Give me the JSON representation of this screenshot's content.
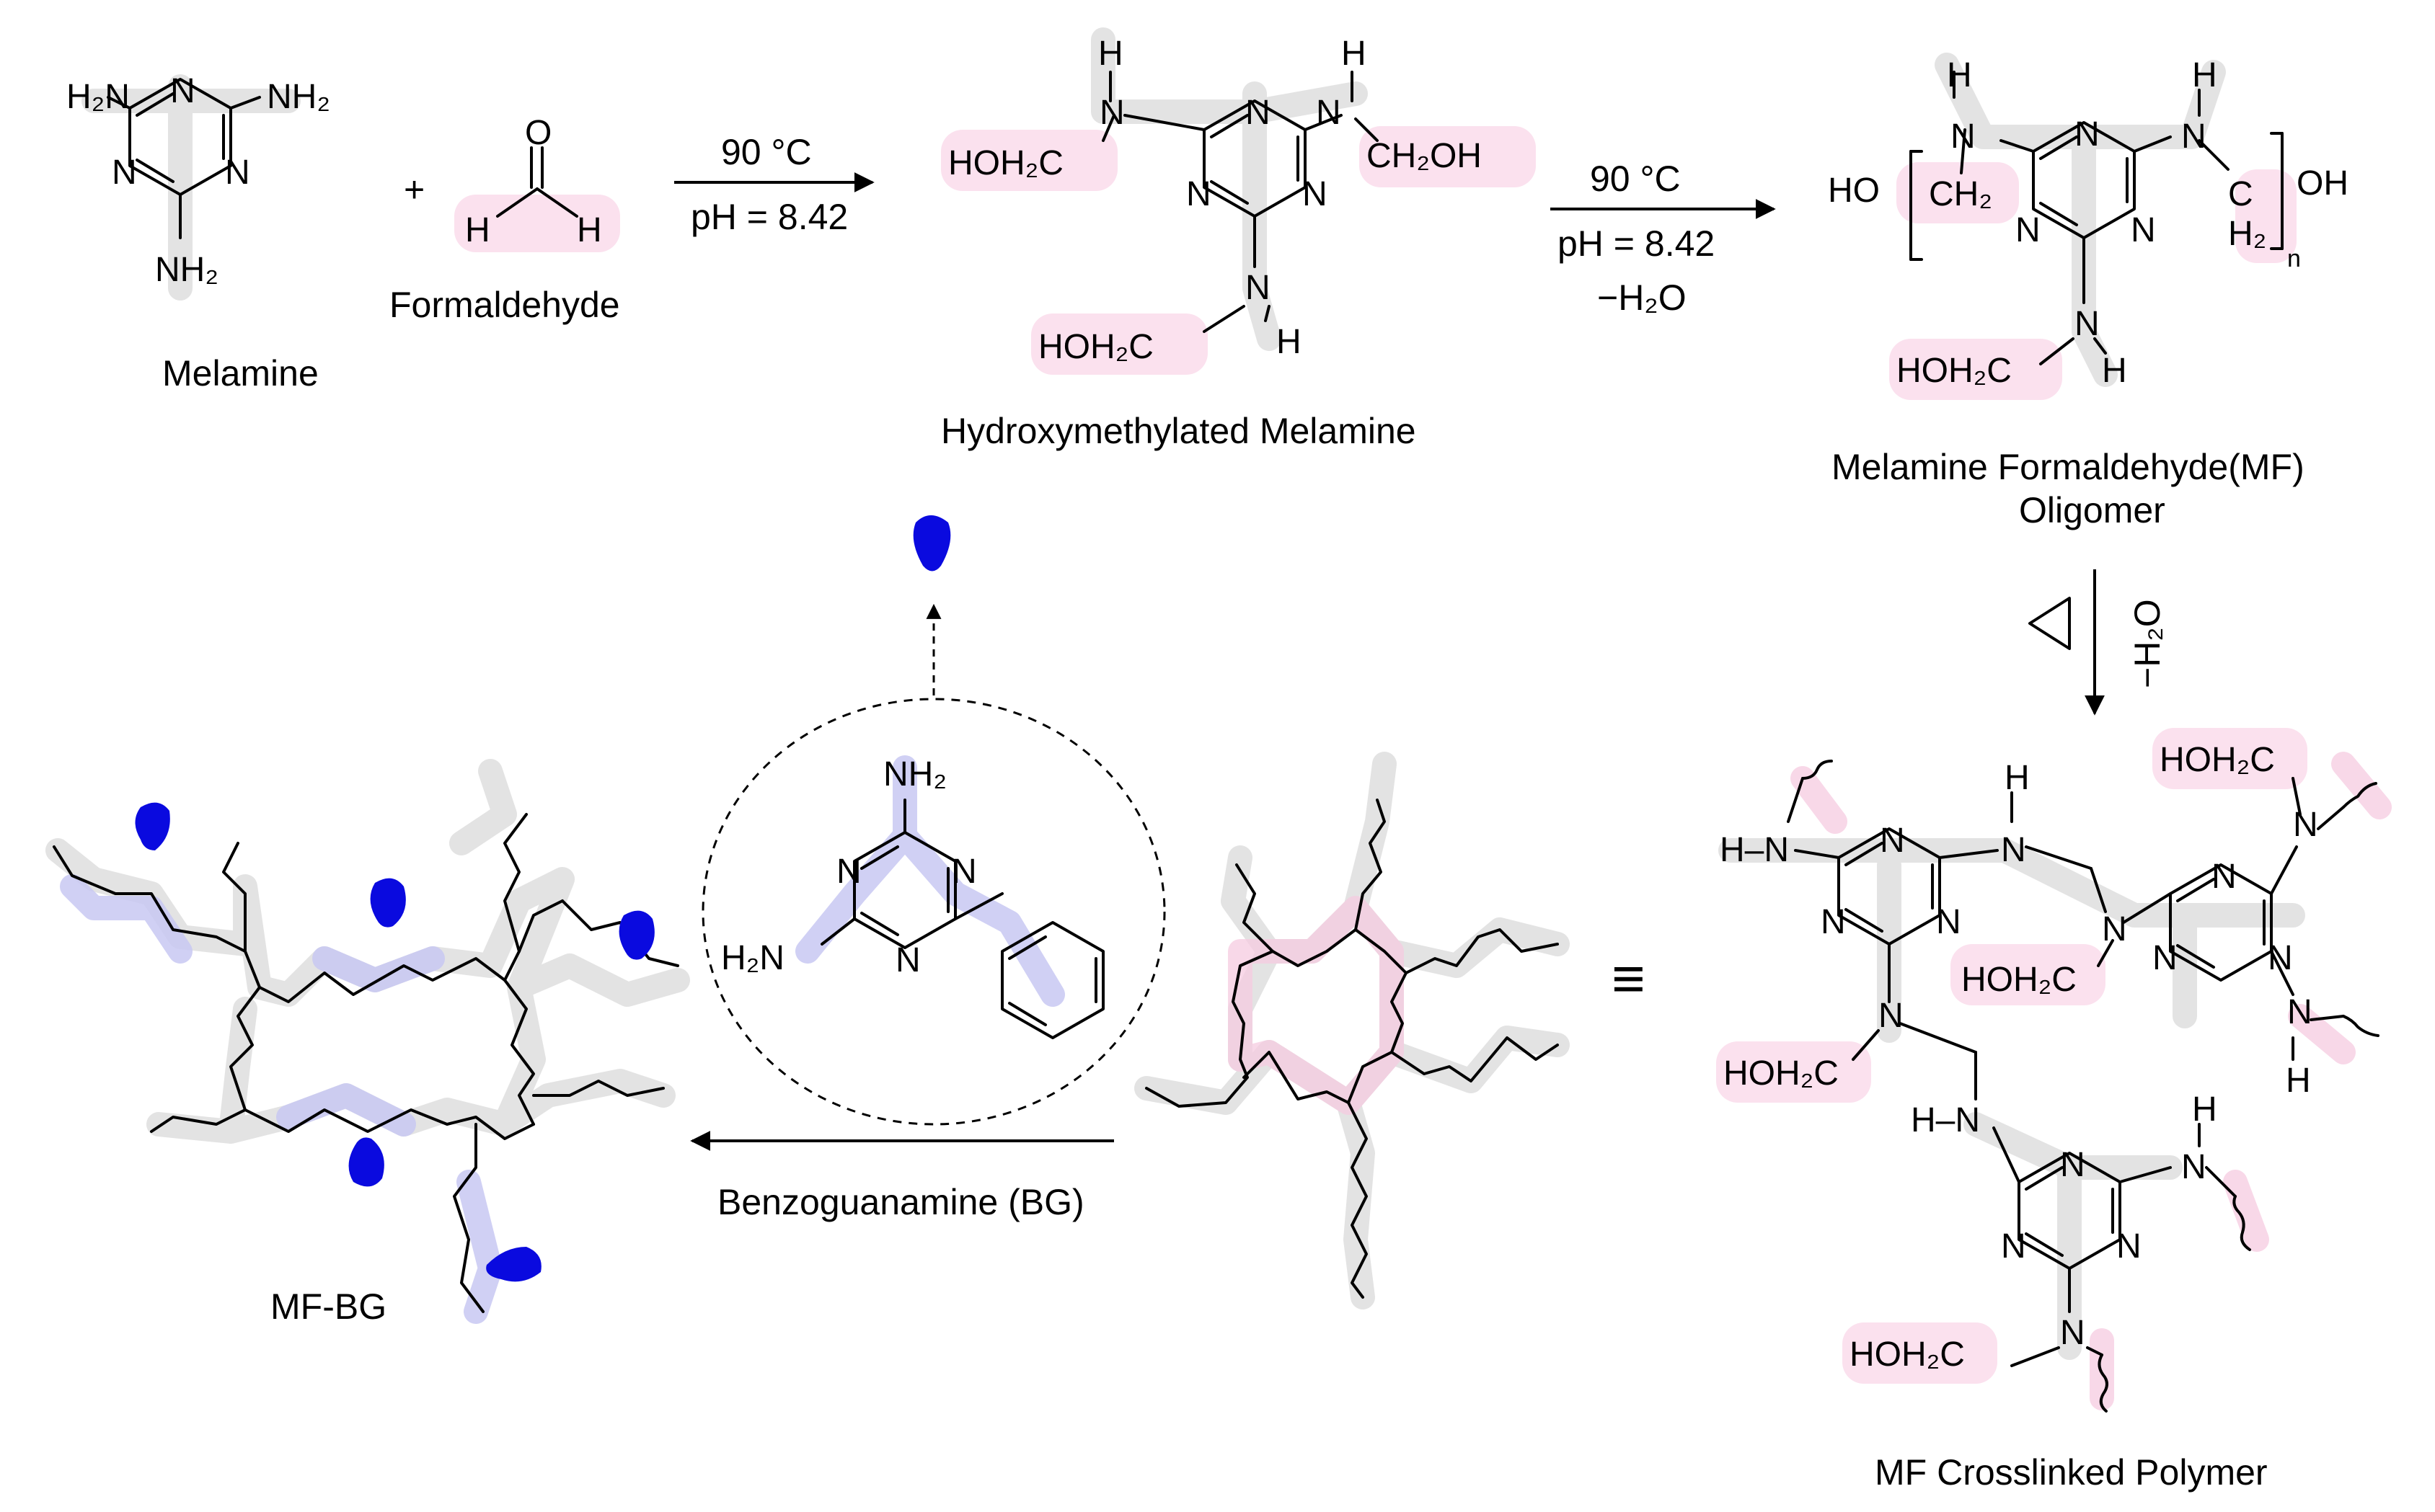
{
  "reagents": {
    "melamine": "Melamine",
    "formaldehyde": "Formaldehyde",
    "hydroxymethylated": "Hydroxymethylated Melamine",
    "oligomer_line1": "Melamine Formaldehyde(MF)",
    "oligomer_line2": "Oligomer",
    "crosslinked": "MF Crosslinked Polymer",
    "mf_bg": "MF-BG"
  },
  "conditions": {
    "step1_temp": "90 °C",
    "step1_ph": "pH = 8.42",
    "step2_temp": "90 °C",
    "step2_ph": "pH = 8.42",
    "step2_water": "−H₂O",
    "step3_water": "−H₂O",
    "step4": "Benzoguanamine (BG)"
  },
  "atoms": {
    "nh2": "NH₂",
    "h2n": "H₂N",
    "n": "N",
    "h": "H",
    "o": "O",
    "hoh2c": "HOH₂C",
    "ch2oh": "CH₂OH",
    "ho": "HO",
    "oh": "OH",
    "ch2": "CH₂",
    "h2": "H₂",
    "c": "C",
    "n_sub": "n",
    "hn": "H–N",
    "plus": "+",
    "equiv": "≡"
  },
  "colors": {
    "blob": "#0a0adf",
    "pink_highlight": "#fbe1ee",
    "grey_highlight": "#e6e6e6",
    "lavender_highlight": "#e4e4f8"
  }
}
